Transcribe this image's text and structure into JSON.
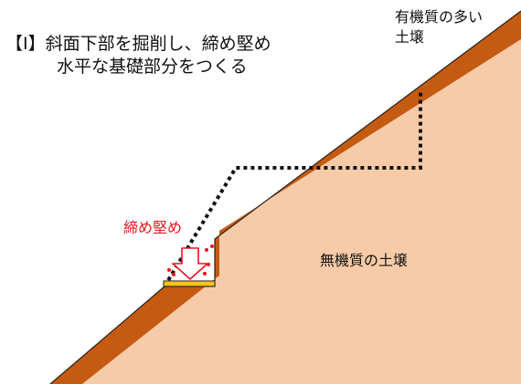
{
  "title": {
    "line1": "【Ⅰ】斜面下部を掘削し、締め堅め",
    "line2": "水平な基礎部分をつくる"
  },
  "labels": {
    "organic_soil_line1": "有機質の多い",
    "organic_soil_line2": "土壌",
    "inorganic_soil": "無機質の土壌",
    "compaction": "締め堅め"
  },
  "colors": {
    "organic_soil": "#c55a11",
    "inorganic_soil": "#f8cba8",
    "compaction_label": "#e8141e",
    "compaction_arrow": "#ffffff",
    "foundation_pad": "#f5c518",
    "outline": "#222222"
  },
  "icons": {
    "compaction": "down-arrow-icon"
  }
}
